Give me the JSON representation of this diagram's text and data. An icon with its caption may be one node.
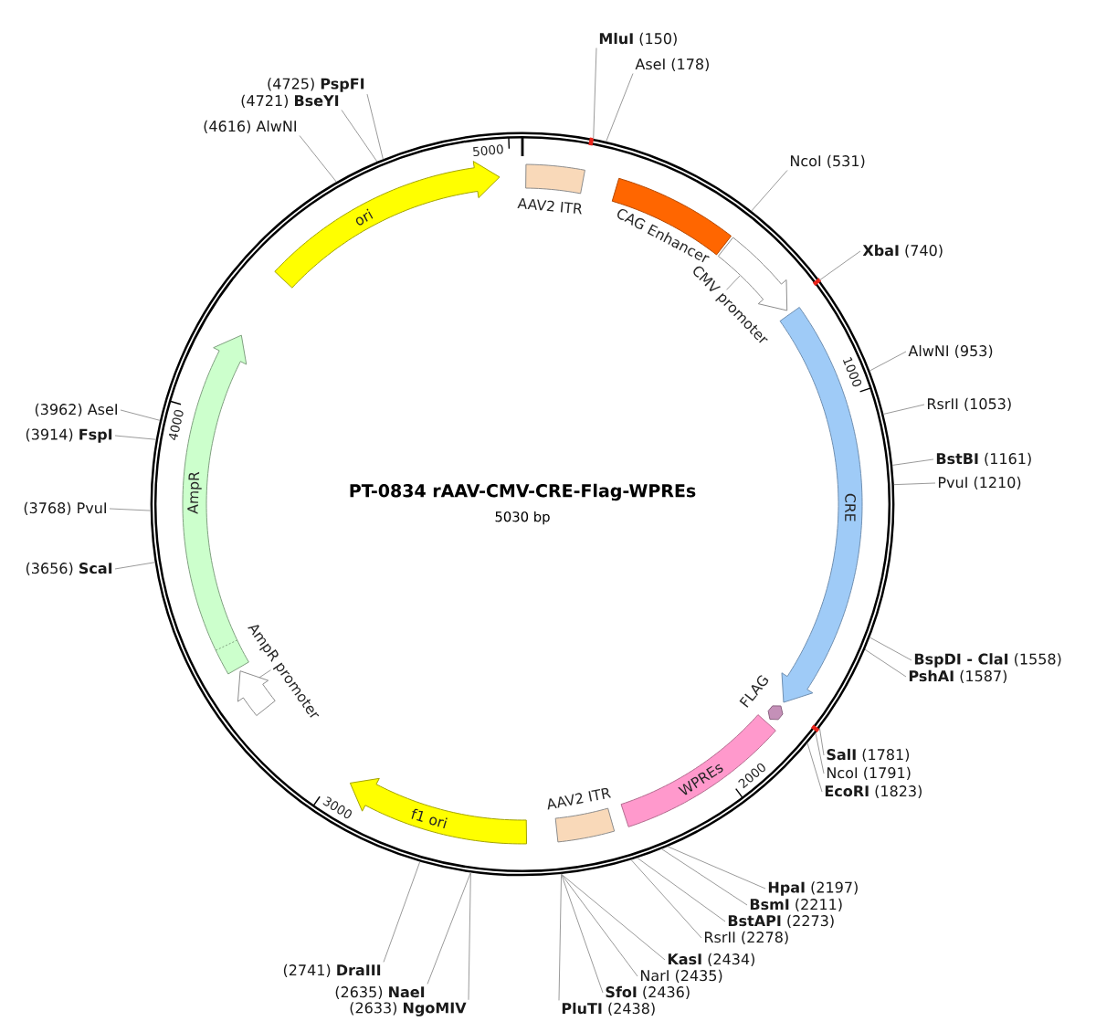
{
  "diagram": {
    "nodes": [
      {
        "text": [
          "PT-0834 rAAV-CMV-CRE-Flag-WPREs",
          "5030 bp"
        ]
      },
      {
        "text": [
          "AAV2 ITR"
        ],
        "in": 0
      },
      {
        "text": [
          "CAG Enhancer"
        ],
        "in": 0
      },
      {
        "text": [
          "CMV promoter"
        ],
        "in": 0
      },
      {
        "text": [
          "CRE"
        ],
        "in": 0
      },
      {
        "text": [
          "FLAG"
        ],
        "in": 0
      },
      {
        "text": [
          "WPREs"
        ],
        "in": 0
      },
      {
        "text": [
          "AAV2 ITR"
        ],
        "in": 0
      },
      {
        "text": [
          "f1 ori"
        ],
        "in": 0
      },
      {
        "text": [
          "AmpR promoter"
        ],
        "in": 0
      },
      {
        "text": [
          "AmpR"
        ],
        "in": 0
      },
      {
        "text": [
          "ori"
        ],
        "in": 0
      },
      {
        "text": [
          "**MluI** (150)"
        ]
      },
      {
        "text": [
          "AseI (178)"
        ]
      },
      {
        "text": [
          "NcoI (531)"
        ]
      },
      {
        "text": [
          "**XbaI** (740)"
        ]
      },
      {
        "text": [
          "AlwNI (953)"
        ]
      },
      {
        "text": [
          "RsrII (1053)"
        ]
      },
      {
        "text": [
          "**BstBI** (1161)"
        ]
      },
      {
        "text": [
          "PvuI (1210)"
        ]
      },
      {
        "text": [
          "**BspDI - ClaI** (1558)"
        ]
      },
      {
        "text": [
          "**PshAI** (1587)"
        ]
      },
      {
        "text": [
          "**SalI** (1781)"
        ]
      },
      {
        "text": [
          "NcoI (1791)"
        ]
      },
      {
        "text": [
          "**EcoRI** (1823)"
        ]
      },
      {
        "text": [
          "**HpaI** (2197)"
        ]
      },
      {
        "text": [
          "**BsmI** (2211)"
        ]
      },
      {
        "text": [
          "**BstAPI** (2273)"
        ]
      },
      {
        "text": [
          "RsrII (2278)"
        ]
      },
      {
        "text": [
          "**KasI** (2434)"
        ]
      },
      {
        "text": [
          "NarI (2435)"
        ]
      },
      {
        "text": [
          "**SfoI** (2436)"
        ]
      },
      {
        "text": [
          "**PluTI** (2438)"
        ]
      },
      {
        "text": [
          "(2633) **NgoMIV**"
        ]
      },
      {
        "text": [
          "(2635) **NaeI**"
        ]
      },
      {
        "text": [
          "(2741) **DraIII**"
        ]
      },
      {
        "text": [
          "(3656) **ScaI**"
        ]
      },
      {
        "text": [
          "(3768) PvuI"
        ]
      },
      {
        "text": [
          "(3914) **FspI**"
        ]
      },
      {
        "text": [
          "(3962) AseI"
        ]
      },
      {
        "text": [
          "(4616) AlwNI"
        ]
      },
      {
        "text": [
          "(4721) **BseYI**"
        ]
      },
      {
        "text": [
          "(4725) **PspFI**"
        ]
      }
    ],
    "edges": [
      {
        "from": 12,
        "to": 0,
        "arrow": "none"
      },
      {
        "from": 13,
        "to": 0,
        "arrow": "none"
      },
      {
        "from": 14,
        "to": 0,
        "arrow": "none"
      },
      {
        "from": 15,
        "to": 0,
        "arrow": "none"
      },
      {
        "from": 16,
        "to": 0,
        "arrow": "none"
      },
      {
        "from": 17,
        "to": 0,
        "arrow": "none"
      },
      {
        "from": 18,
        "to": 0,
        "arrow": "none"
      },
      {
        "from": 19,
        "to": 0,
        "arrow": "none"
      },
      {
        "from": 20,
        "to": 0,
        "arrow": "none"
      },
      {
        "from": 21,
        "to": 0,
        "arrow": "none"
      },
      {
        "from": 22,
        "to": 0,
        "arrow": "none"
      },
      {
        "from": 23,
        "to": 0,
        "arrow": "none"
      },
      {
        "from": 24,
        "to": 0,
        "arrow": "none"
      },
      {
        "from": 25,
        "to": 0,
        "arrow": "none"
      },
      {
        "from": 26,
        "to": 0,
        "arrow": "none"
      },
      {
        "from": 27,
        "to": 0,
        "arrow": "none"
      },
      {
        "from": 28,
        "to": 0,
        "arrow": "none"
      },
      {
        "from": 29,
        "to": 0,
        "arrow": "none"
      },
      {
        "from": 30,
        "to": 0,
        "arrow": "none"
      },
      {
        "from": 31,
        "to": 0,
        "arrow": "none"
      },
      {
        "from": 32,
        "to": 0,
        "arrow": "none"
      },
      {
        "from": 33,
        "to": 0,
        "arrow": "none"
      },
      {
        "from": 34,
        "to": 0,
        "arrow": "none"
      },
      {
        "from": 35,
        "to": 0,
        "arrow": "none"
      },
      {
        "from": 36,
        "to": 0,
        "arrow": "none"
      },
      {
        "from": 37,
        "to": 0,
        "arrow": "none"
      },
      {
        "from": 38,
        "to": 0,
        "arrow": "none"
      },
      {
        "from": 39,
        "to": 0,
        "arrow": "none"
      },
      {
        "from": 40,
        "to": 0,
        "arrow": "none"
      },
      {
        "from": 41,
        "to": 0,
        "arrow": "none"
      },
      {
        "from": 42,
        "to": 0,
        "arrow": "none"
      }
    ],
    "labels": [
      "1000",
      "2000",
      "3000",
      "4000",
      "5000"
    ]
  }
}
